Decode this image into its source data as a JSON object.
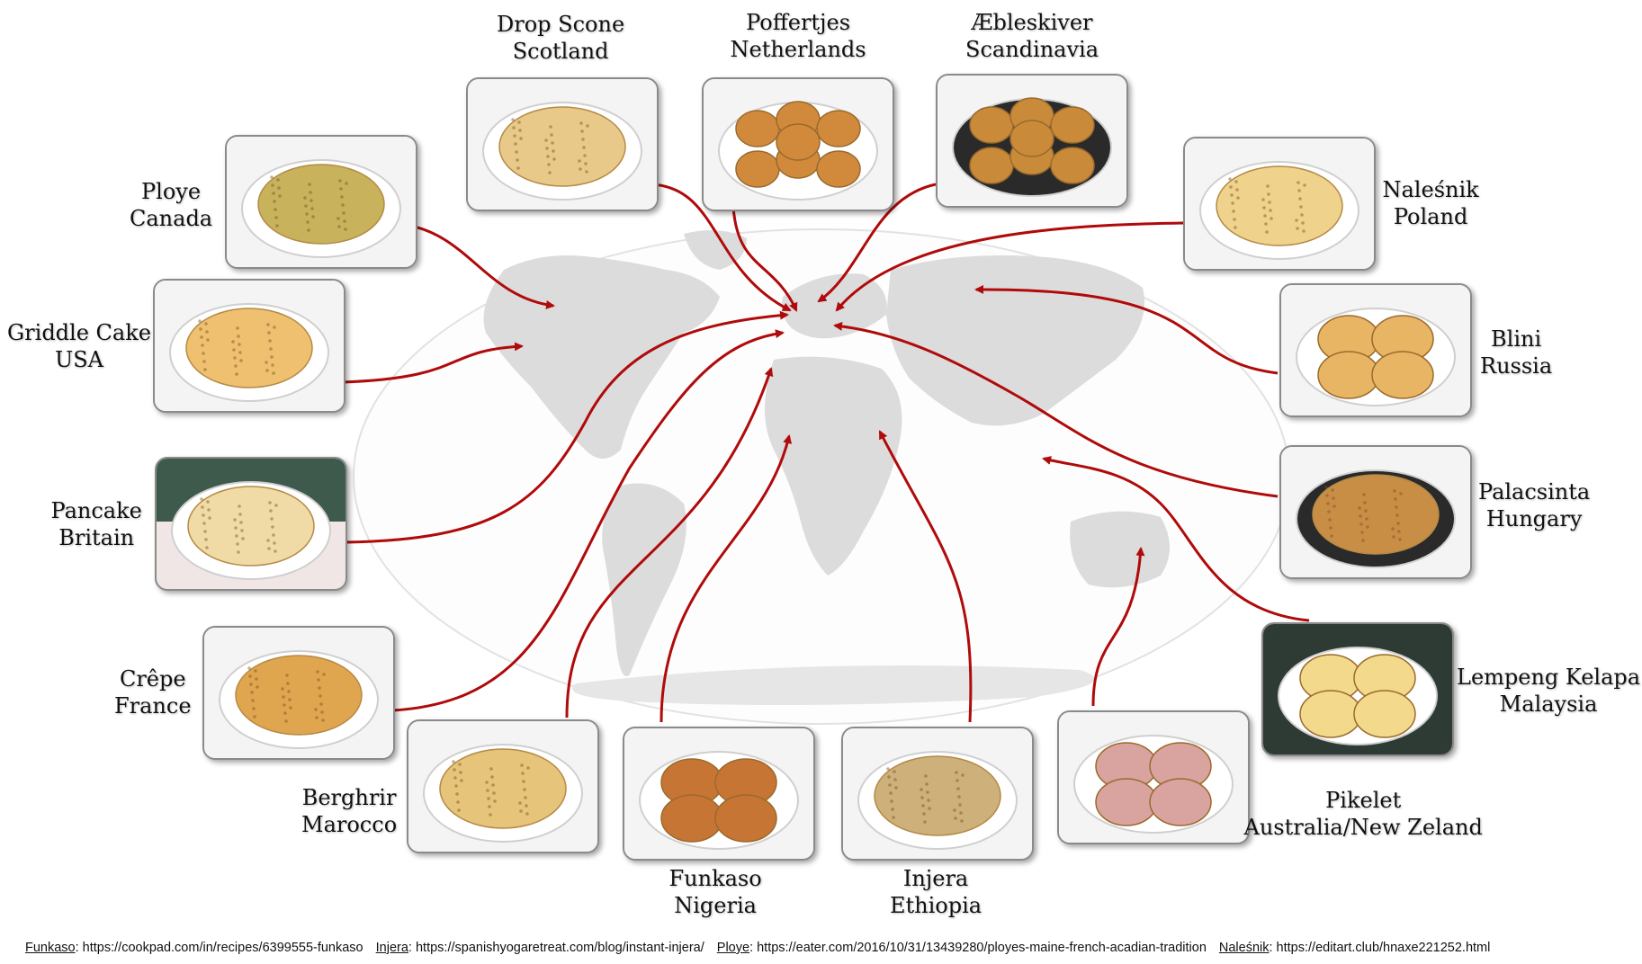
{
  "foods": [
    {
      "id": "drop-scone",
      "name": "Drop Scone",
      "country": "Scotland",
      "color": "#e9c98a"
    },
    {
      "id": "poffertjes",
      "name": "Poffertjes",
      "country": "Netherlands",
      "color": "#d18a3c"
    },
    {
      "id": "aebleskiver",
      "name": "Æbleskiver",
      "country": "Scandinavia",
      "color": "#c98a3a"
    },
    {
      "id": "ploye",
      "name": "Ploye",
      "country": "Canada",
      "color": "#c8b25c"
    },
    {
      "id": "nalesnik",
      "name": "Naleśnik",
      "country": "Poland",
      "color": "#efd28c"
    },
    {
      "id": "griddle-cake",
      "name": "Griddle Cake",
      "country": "USA",
      "color": "#efc070"
    },
    {
      "id": "blini",
      "name": "Blini",
      "country": "Russia",
      "color": "#e8b565"
    },
    {
      "id": "pancake",
      "name": "Pancake",
      "country": "Britain",
      "color": "#f0dba6"
    },
    {
      "id": "palacsinta",
      "name": "Palacsinta",
      "country": "Hungary",
      "color": "#c98e46"
    },
    {
      "id": "crepe",
      "name": "Crêpe",
      "country": "France",
      "color": "#e0a64f"
    },
    {
      "id": "lempeng",
      "name": "Lempeng Kelapa",
      "country": "Malaysia",
      "color": "#f3d98b"
    },
    {
      "id": "berghrir",
      "name": "Berghrir",
      "country": "Marocco",
      "color": "#e6c47a"
    },
    {
      "id": "funkaso",
      "name": "Funkaso",
      "country": "Nigeria",
      "color": "#c77534"
    },
    {
      "id": "injera",
      "name": "Injera",
      "country": "Ethiopia",
      "color": "#cdb07a"
    },
    {
      "id": "pikelet",
      "name": "Pikelet",
      "country": "Australia/New Zeland",
      "color": "#d9a3a0"
    }
  ],
  "footer": {
    "sources": [
      {
        "name": "Funkaso",
        "sep": ":",
        "url": " https://cookpad.com/in/recipes/6399555-funkaso"
      },
      {
        "name": "Injera",
        "sep": ":",
        "url": " https://spanishyogaretreat.com/blog/instant-injera/"
      },
      {
        "name": "Ploye",
        "sep": ":",
        "url": " https://eater.com/2016/10/31/13439280/ployes-maine-french-acadian-tradition"
      },
      {
        "name": "Naleśnik",
        "sep": ":",
        "url": " https://editart.club/hnaxe221252.html"
      }
    ]
  },
  "colors": {
    "arrow": "#b00a0a",
    "map": "#dcdcdc",
    "card_border": "#8a8a8a"
  }
}
